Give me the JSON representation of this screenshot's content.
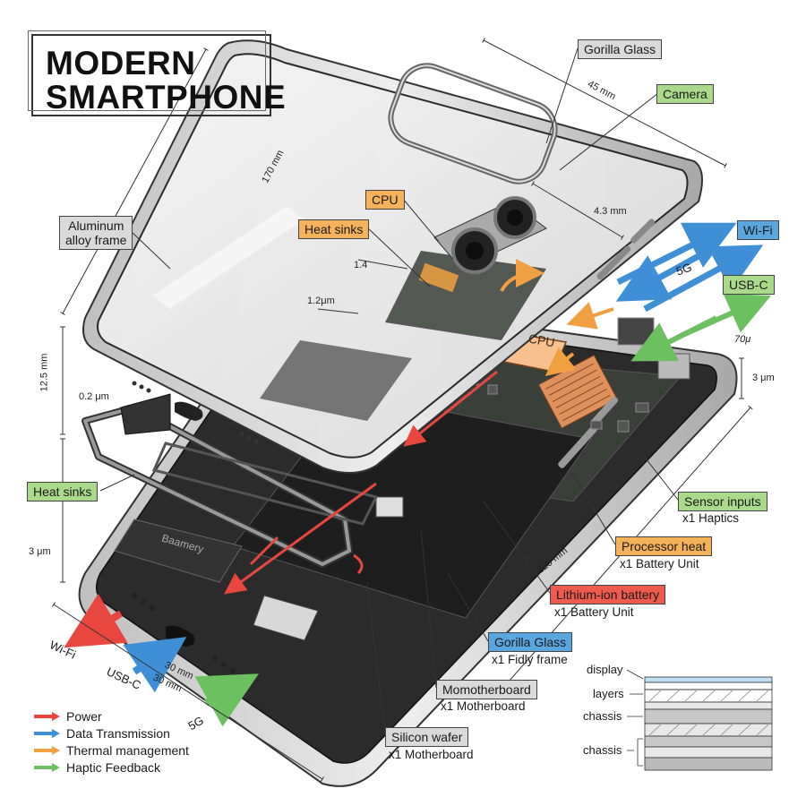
{
  "title": {
    "line1": "MODERN",
    "line2": "SMARTPHONE"
  },
  "callouts": {
    "gorilla_glass_top": "Gorilla Glass",
    "camera": "Camera",
    "cpu_top": "CPU",
    "heat_sinks_top": "Heat sinks",
    "aluminum_frame": "Aluminum\nalloy frame",
    "wifi": "Wi-Fi",
    "usbc": "USB-C",
    "heat_sinks_left": "Heat sinks",
    "sensor_inputs": "Sensor inputs",
    "sensor_inputs_sub": "x1 Haptics",
    "processor_heat": "Processor heat",
    "processor_heat_sub": "x1 Battery Unit",
    "lithium_battery": "Lithium-ion battery",
    "lithium_battery_sub": "x1 Battery Unit",
    "gorilla_glass_bottom": "Gorilla Glass",
    "gorilla_glass_bottom_sub": "x1 Fidly frame",
    "motherboard": "Momotherboard",
    "motherboard_sub": "x1 Motherboard",
    "silicon_wafer": "Silicon wafer",
    "silicon_wafer_sub": "x1 Motherboard",
    "cpu_chip": "CPU",
    "battery_print": "Baamery"
  },
  "dimensions": {
    "d170": "170 mm",
    "d45": "45 mm",
    "d43": "4.3 mm",
    "d14": "1.4",
    "d12": "1.2μm",
    "d125": "12.5 mm",
    "d02": "0.2 μm",
    "d3left": "3 μm",
    "d3right": "3 μm",
    "d70": "70μ",
    "d225": "225 mm",
    "d30a": "30 mm",
    "d30b": "30 mm",
    "g5_top": "5G",
    "g5_bottom": "5G",
    "wifi_bottom": "Wi-Fi",
    "usbc_bottom": "USB-C"
  },
  "legend": [
    {
      "label": "Power",
      "color": "#e8473f"
    },
    {
      "label": "Data Transmission",
      "color": "#3f8fd6"
    },
    {
      "label": "Thermal management",
      "color": "#f0a040"
    },
    {
      "label": "Haptic Feedback",
      "color": "#6cc060"
    }
  ],
  "layers": {
    "labels": [
      "display",
      "layers",
      "chassis",
      "chassis"
    ]
  },
  "colors": {
    "power": "#e8473f",
    "data": "#3f8fd6",
    "thermal": "#f0a040",
    "haptic": "#6cc060"
  }
}
